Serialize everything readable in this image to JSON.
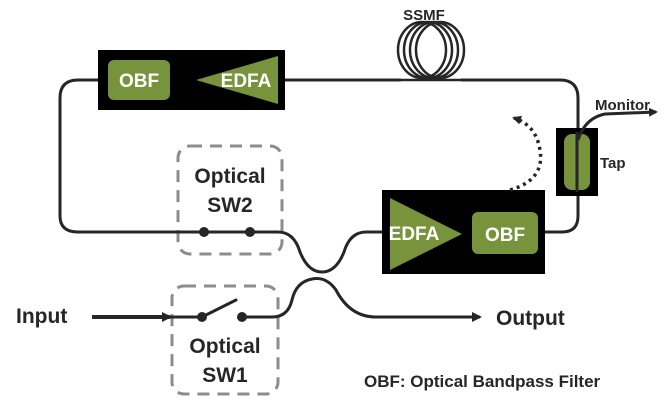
{
  "labels": {
    "ssmf": "SSMF",
    "monitor": "Monitor",
    "tap": "Tap",
    "optical_sw2_line1": "Optical",
    "optical_sw2_line2": "SW2",
    "optical_sw1_line1": "Optical",
    "optical_sw1_line2": "SW1",
    "input": "Input",
    "output": "Output",
    "legend": "OBF: Optical Bandpass Filter"
  },
  "blocks": {
    "top_obf": "OBF",
    "top_edfa": "EDFA",
    "bottom_edfa": "EDFA",
    "bottom_obf": "OBF"
  },
  "colors": {
    "green": "#77933C",
    "black": "#000000",
    "line": "#262626",
    "dashed": "#7F7F7F"
  }
}
